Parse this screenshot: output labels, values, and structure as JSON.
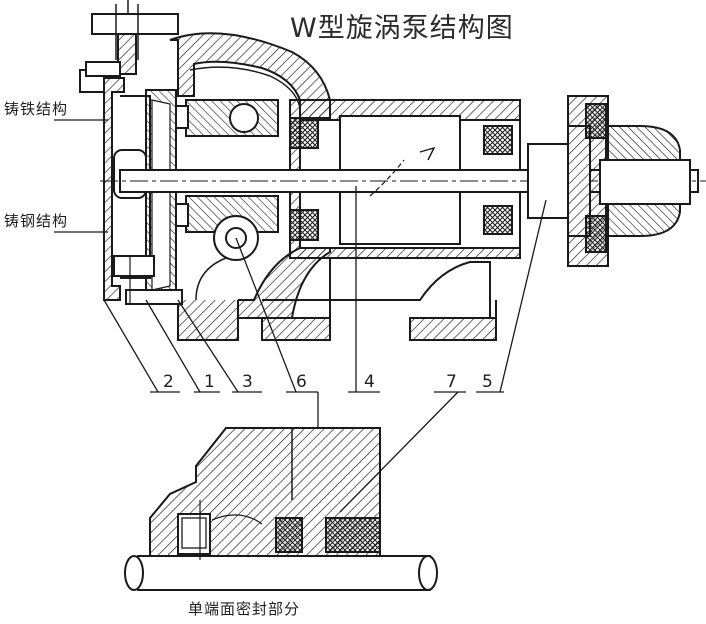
{
  "title": "W型旋涡泵结构图",
  "side_labels": {
    "cast_iron": "铸铁结构",
    "cast_steel": "铸钢结构"
  },
  "part_numbers": [
    "2",
    "1",
    "3",
    "6",
    "4",
    "7",
    "5"
  ],
  "caption": "单端面密封部分",
  "colors": {
    "line": "#1a1a1a",
    "background": "#ffffff"
  }
}
